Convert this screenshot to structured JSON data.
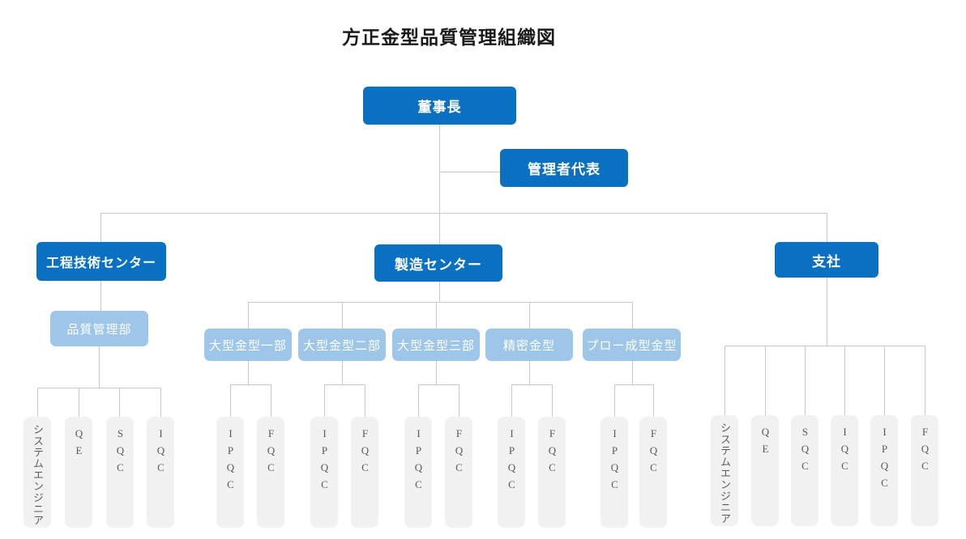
{
  "title": "方正金型品質管理組織図",
  "colors": {
    "primary": "#0a71c2",
    "secondary": "#9dc6e8",
    "muted": "#f1f1f1",
    "muted_text": "#595959",
    "line": "#c9c9c9"
  },
  "org": {
    "chairman": {
      "label": "董事長"
    },
    "management_representative": {
      "label": "管理者代表"
    },
    "engineering_center": {
      "label": "工程技術センター",
      "quality_dept": {
        "label": "品質管理部",
        "teams": [
          "システムエンジニア",
          "QE",
          "SQC",
          "IQC"
        ]
      }
    },
    "manufacturing_center": {
      "label": "製造センター",
      "departments": [
        {
          "label": "大型金型一部",
          "teams": [
            "IPQC",
            "FQC"
          ]
        },
        {
          "label": "大型金型二部",
          "teams": [
            "IPQC",
            "FQC"
          ]
        },
        {
          "label": "大型金型三部",
          "teams": [
            "IPQC",
            "FQC"
          ]
        },
        {
          "label": "精密金型",
          "teams": [
            "IPQC",
            "FQC"
          ]
        },
        {
          "label": "プロー成型金型",
          "teams": [
            "IPQC",
            "FQC"
          ]
        }
      ]
    },
    "branch_office": {
      "label": "支社",
      "teams": [
        "システムエンジニア",
        "QE",
        "SQC",
        "IQC",
        "IPQC",
        "FQC"
      ]
    }
  }
}
